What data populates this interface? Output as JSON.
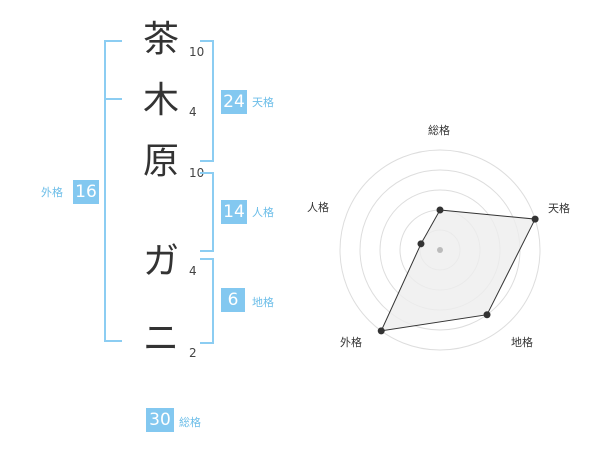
{
  "name_chars": [
    {
      "char": "茶",
      "strokes": "10"
    },
    {
      "char": "木",
      "strokes": "4"
    },
    {
      "char": "原",
      "strokes": "10"
    },
    {
      "char": "ガ",
      "strokes": "4"
    },
    {
      "char": "ニ",
      "strokes": "2"
    }
  ],
  "kakusu": {
    "tenkaku": {
      "value": "24",
      "label": "天格"
    },
    "jinkaku": {
      "value": "14",
      "label": "人格"
    },
    "chikaku": {
      "value": "6",
      "label": "地格"
    },
    "gaikaku": {
      "value": "16",
      "label": "外格"
    },
    "soukaku": {
      "value": "30",
      "label": "総格"
    }
  },
  "radar": {
    "axes": [
      "総格",
      "天格",
      "地格",
      "外格",
      "人格"
    ],
    "values": [
      2,
      5,
      4,
      5,
      1
    ],
    "max": 5,
    "colors": {
      "grid": "#dddddd",
      "fill": "#eeeeee",
      "stroke": "#333333",
      "point": "#333333",
      "center": "#bbbbbb"
    }
  },
  "colors": {
    "badge": "#83c8f0",
    "bracket": "#8ccdf2",
    "label": "#6bbde8"
  }
}
